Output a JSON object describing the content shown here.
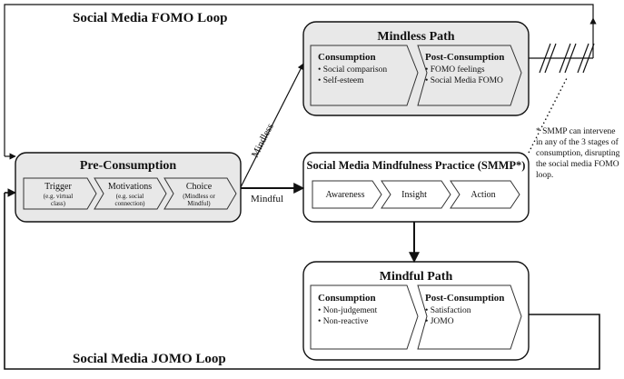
{
  "loops": {
    "fomo": "Social Media FOMO Loop",
    "jomo": "Social Media JOMO Loop"
  },
  "pre_consumption": {
    "title": "Pre-Consumption",
    "steps": [
      {
        "label": "Trigger",
        "sub": [
          "(e.g. virtual",
          "class)"
        ]
      },
      {
        "label": "Motivations",
        "sub": [
          "(e.g. social",
          "connection)"
        ]
      },
      {
        "label": "Choice",
        "sub": [
          "(Mindless or",
          "Mindful)"
        ]
      }
    ]
  },
  "mindless_path": {
    "title": "Mindless Path",
    "consumption": {
      "title": "Consumption",
      "items": [
        "Social comparison",
        "Self-esteem"
      ]
    },
    "post": {
      "title": "Post-Consumption",
      "items": [
        "FOMO feelings",
        "Social Media FOMO"
      ]
    }
  },
  "smmp": {
    "title": "Social Media Mindfulness Practice (SMMP*)",
    "steps": [
      "Awareness",
      "Insight",
      "Action"
    ]
  },
  "mindful_path": {
    "title": "Mindful Path",
    "consumption": {
      "title": "Consumption",
      "items": [
        "Non-judgement",
        "Non-reactive"
      ]
    },
    "post": {
      "title": "Post-Consumption",
      "items": [
        "Satisfaction",
        "JOMO"
      ]
    }
  },
  "edges": {
    "mindless": "Mindless",
    "mindful": "Mindful"
  },
  "note": [
    "* SMMP can intervene",
    "in any of the 3 stages of",
    "consumption, disrupting",
    "the social media FOMO",
    "loop."
  ],
  "bullet_char": "•"
}
